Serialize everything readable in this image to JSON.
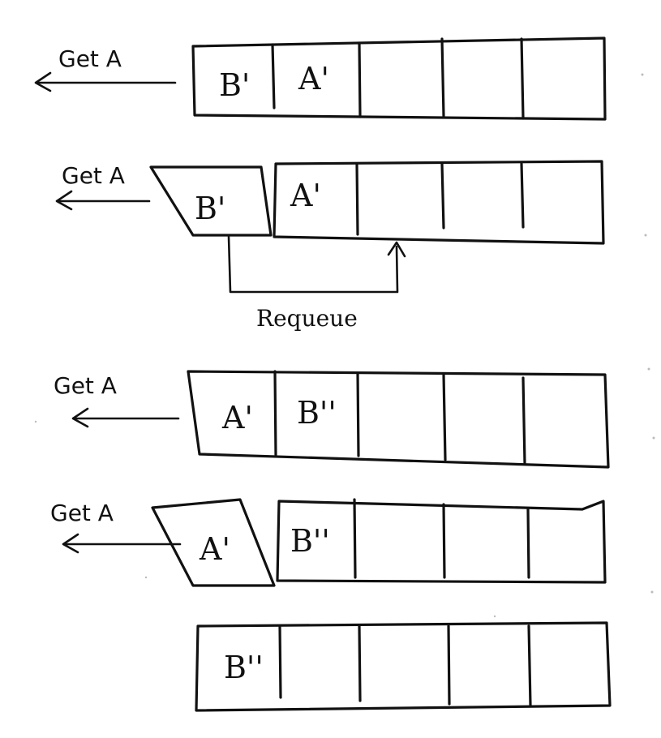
{
  "steps": [
    {
      "op_label": "Get A",
      "cells": [
        "B'",
        "A'",
        "",
        "",
        ""
      ]
    },
    {
      "op_label": "Get A",
      "dequeued": "B'",
      "cells": [
        "A'",
        "",
        "",
        ""
      ],
      "requeue_label": "Requeue"
    },
    {
      "op_label": "Get A",
      "cells": [
        "A'",
        "B''",
        "",
        "",
        ""
      ]
    },
    {
      "op_label": "Get A",
      "dequeued": "A'",
      "cells": [
        "B''",
        "",
        "",
        ""
      ]
    },
    {
      "cells": [
        "B''",
        "",
        "",
        "",
        ""
      ]
    }
  ]
}
